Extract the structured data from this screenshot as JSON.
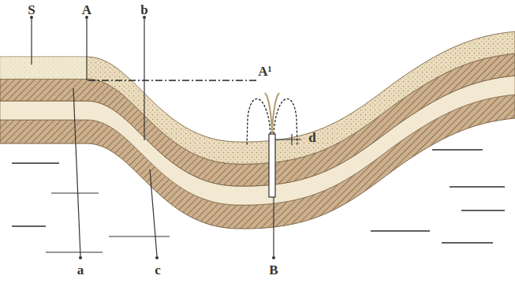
{
  "diagram": {
    "labels": [
      "S",
      "A",
      "b",
      "A¹",
      "d",
      "a",
      "c",
      "B"
    ]
  }
}
